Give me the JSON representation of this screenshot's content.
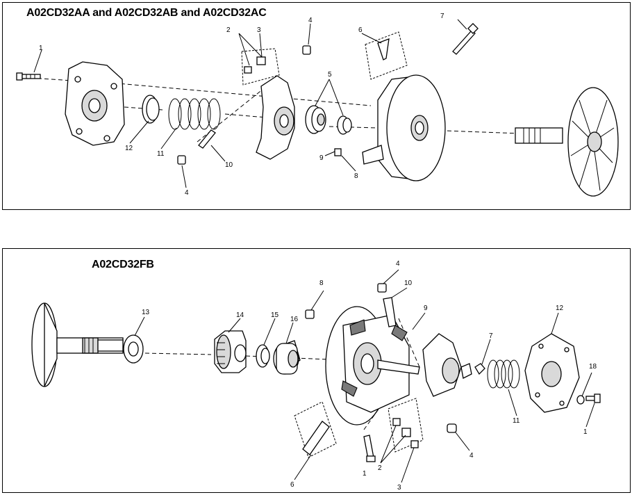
{
  "top_panel": {
    "title": "A02CD32AA and A02CD32AB and A02CD32AC",
    "callouts": [
      "1",
      "2",
      "3",
      "4",
      "5",
      "6",
      "7",
      "4",
      "12",
      "11",
      "10",
      "9",
      "8"
    ]
  },
  "bottom_panel": {
    "title": "A02CD32FB",
    "callouts": [
      "13",
      "14",
      "15",
      "16",
      "8",
      "4",
      "10",
      "9",
      "7",
      "12",
      "18",
      "11",
      "1",
      "4",
      "2",
      "3",
      "6",
      "1"
    ]
  }
}
